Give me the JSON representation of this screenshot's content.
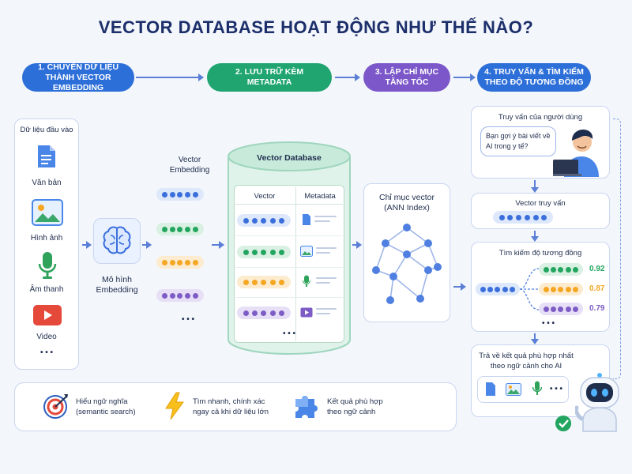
{
  "title": "VECTOR DATABASE HOẠT ĐỘNG NHƯ THẾ NÀO?",
  "steps": [
    {
      "label": "1. CHUYỂN DỮ LIỆU\nTHÀNH VECTOR EMBEDDING",
      "color": "#2d6fd8"
    },
    {
      "label": "2. LƯU TRỮ KÈM METADATA",
      "color": "#20a571"
    },
    {
      "label": "3. LẬP CHỈ MỤC\nTĂNG TỐC",
      "color": "#7b57c9"
    },
    {
      "label": "4. TRUY VẤN & TÌM KIẾM\nTHEO ĐỘ TƯƠNG ĐỒNG",
      "color": "#2d6fd8"
    }
  ],
  "input": {
    "title": "Dữ liệu đầu vào",
    "items": [
      "Văn bản",
      "Hình ảnh",
      "Âm thanh",
      "Video"
    ],
    "more": "• • •"
  },
  "model": {
    "label": "Mô hình\nEmbedding"
  },
  "embedding": {
    "title": "Vector\nEmbedding",
    "more": "• • •"
  },
  "database": {
    "title": "Vector Database",
    "col_vector": "Vector",
    "col_metadata": "Metadata",
    "more": "• • •"
  },
  "index": {
    "title": "Chỉ mục vector\n(ANN Index)"
  },
  "query": {
    "user_title": "Truy vấn của người dùng",
    "question": "Bạn gợi ý bài viết về\nAI trong y tế?",
    "vector_title": "Vector truy vấn",
    "search_title": "Tìm kiếm độ tương đồng",
    "scores": [
      "0.92",
      "0.87",
      "0.79"
    ],
    "more": "• • •",
    "result_title": "Trả về kết quả phù hợp nhất\ntheo ngữ cảnh cho AI",
    "result_more": "• • •"
  },
  "benefits": [
    {
      "icon": "target-icon",
      "text": "Hiểu ngữ nghĩa\n(semantic search)"
    },
    {
      "icon": "lightning-icon",
      "text": "Tìm nhanh, chính xác\nngay cả khi dữ liệu lớn"
    },
    {
      "icon": "puzzle-icon",
      "text": "Kết quả phù hợp\ntheo ngữ cảnh"
    }
  ],
  "colors": {
    "blue": "#3b6fdc",
    "green": "#22a55f",
    "orange": "#f5a623",
    "purple": "#7d5cc6"
  }
}
